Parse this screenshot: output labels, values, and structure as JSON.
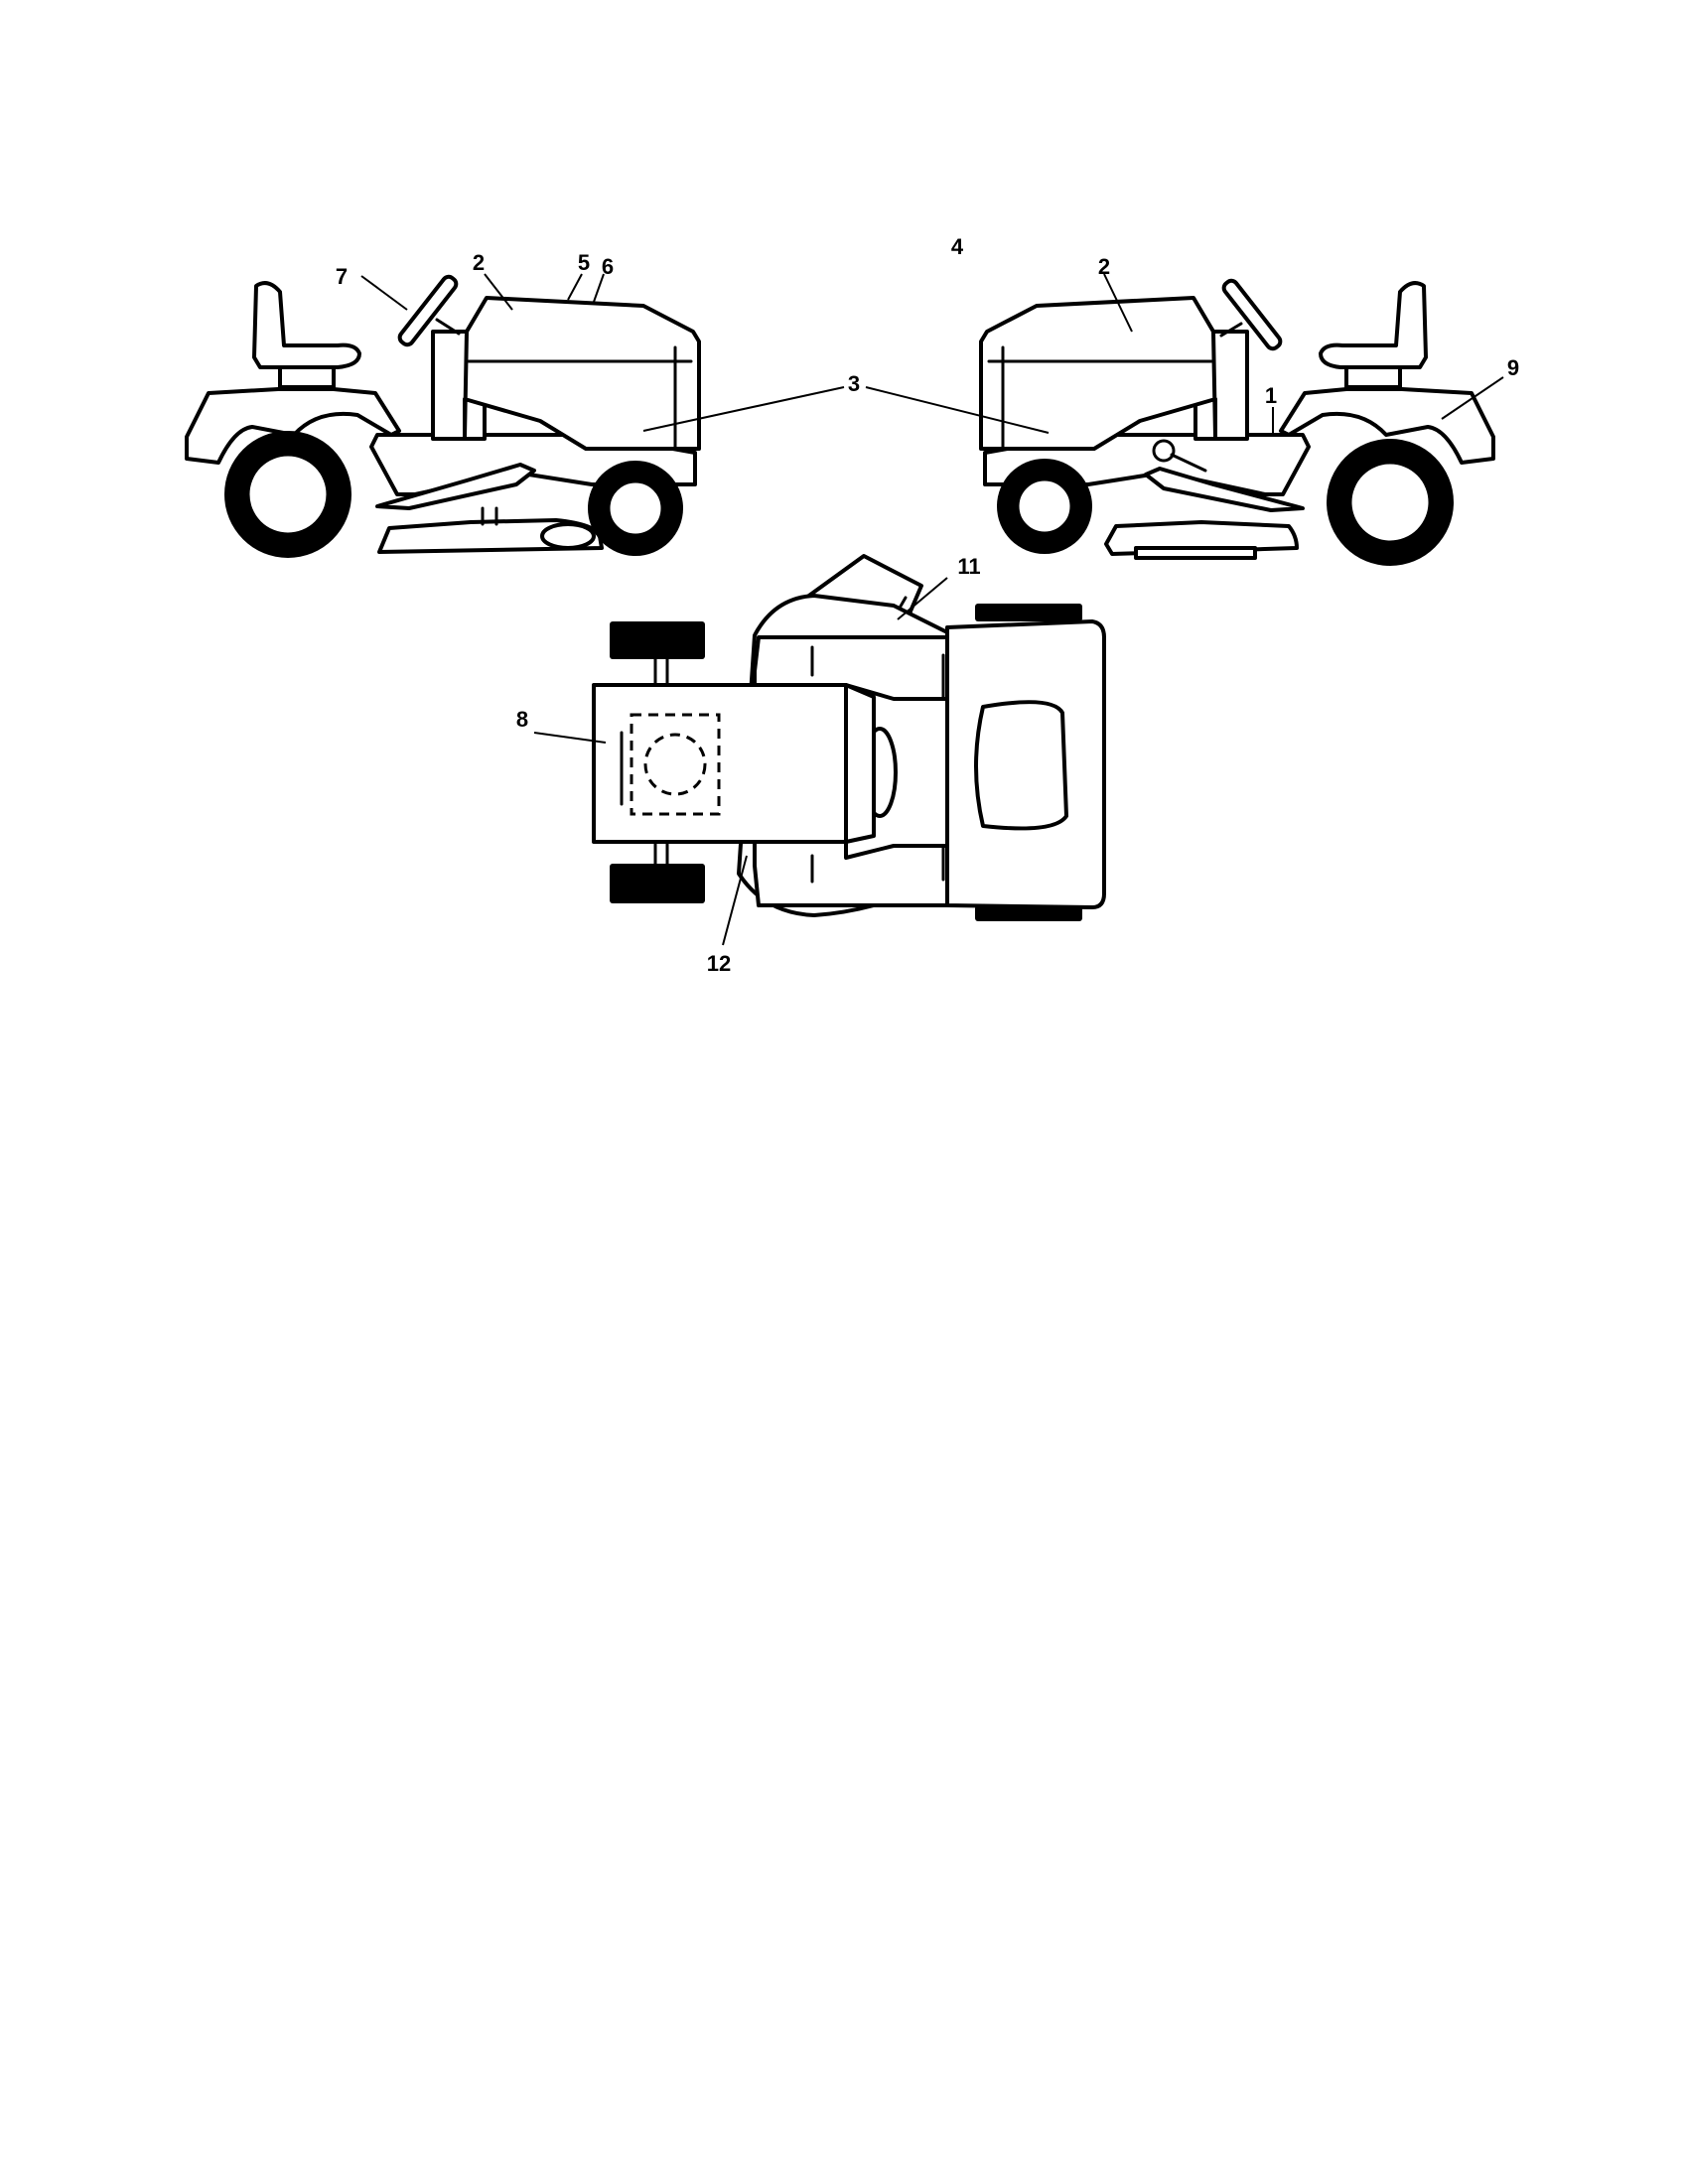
{
  "callouts": {
    "c1": "1",
    "c2_left": "2",
    "c2_right": "2",
    "c3": "3",
    "c4": "4",
    "c5": "5",
    "c6": "6",
    "c7": "7",
    "c8": "8",
    "c9": "9",
    "c11": "11",
    "c12": "12"
  }
}
